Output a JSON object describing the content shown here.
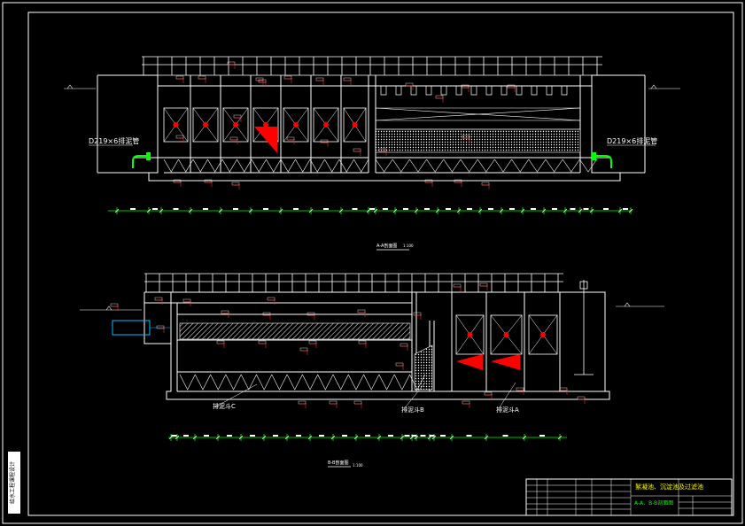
{
  "drawing": {
    "colors": {
      "background": "#000000",
      "line": "#ffffff",
      "dimension": "#00ff00",
      "annotation": "#ff2a2a",
      "fill_red": "#ff0000",
      "title_text": "#ffff00",
      "side_label": "#ffffff"
    },
    "section_a": {
      "pipe_label_left": "D219×6排泥管",
      "pipe_label_right": "D219×6排泥管",
      "title": "A-A剖面图",
      "scale": "1:100"
    },
    "section_b": {
      "hopper_labels": [
        "排泥斗C",
        "排泥斗B",
        "排泥斗A"
      ],
      "title": "B-B剖面图",
      "scale": "1:100"
    },
    "title_block": {
      "project": "絮凝池、沉淀池及过滤池",
      "drawing_name": "A-A、B-B剖面图"
    },
    "side_strip": {
      "text": "给水工程课程设计"
    }
  }
}
